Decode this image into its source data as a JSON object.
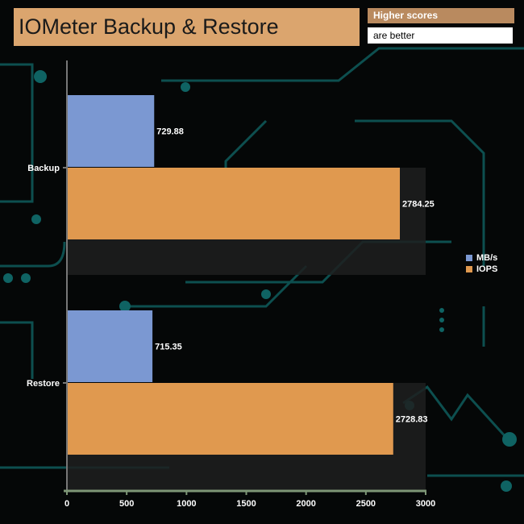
{
  "title": "IOMeter Backup & Restore",
  "note_line1": "Higher scores",
  "note_line2": "are better",
  "chart_data": {
    "type": "bar",
    "orientation": "horizontal",
    "title": "IOMeter Backup & Restore",
    "categories": [
      "Backup",
      "Restore"
    ],
    "series": [
      {
        "name": "MB/s",
        "color": "#7b98d2",
        "values": [
          729.88,
          715.35
        ]
      },
      {
        "name": "IOPS",
        "color": "#e0994f",
        "values": [
          2784.25,
          2728.83
        ]
      }
    ],
    "xlim": [
      0,
      3000
    ],
    "xticks": [
      0,
      500,
      1000,
      1500,
      2000,
      2500,
      3000
    ],
    "legend": "right"
  }
}
